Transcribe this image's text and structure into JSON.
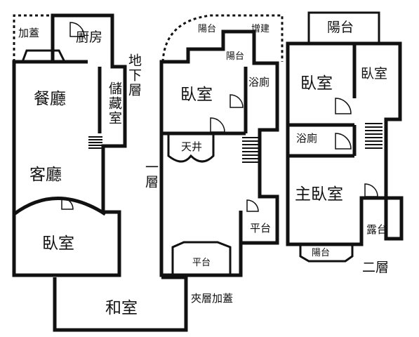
{
  "basement": {
    "label": "地下層",
    "rooms": {
      "addition": "加蓋",
      "kitchen": "廚房",
      "dining": "餐廳",
      "storage": "儲藏室",
      "living": "客廳",
      "bedroom": "臥室"
    }
  },
  "mezzanine": {
    "label": "夾層加蓋",
    "rooms": {
      "japanese_room": "和室"
    }
  },
  "first_floor": {
    "label": "一層",
    "rooms": {
      "balcony_top": "陽台",
      "extension": "增建",
      "balcony_small": "陽台",
      "bedroom": "臥室",
      "bathroom": "浴廁",
      "courtyard": "天井",
      "terrace": "平台",
      "terrace_bottom": "平台"
    }
  },
  "second_floor": {
    "label": "二層",
    "rooms": {
      "balcony_top": "陽台",
      "bedroom_left": "臥室",
      "bedroom_right": "臥室",
      "bathroom": "浴廁",
      "master_bedroom": "主臥室",
      "open_terrace": "露台",
      "balcony_bottom": "陽台"
    }
  }
}
